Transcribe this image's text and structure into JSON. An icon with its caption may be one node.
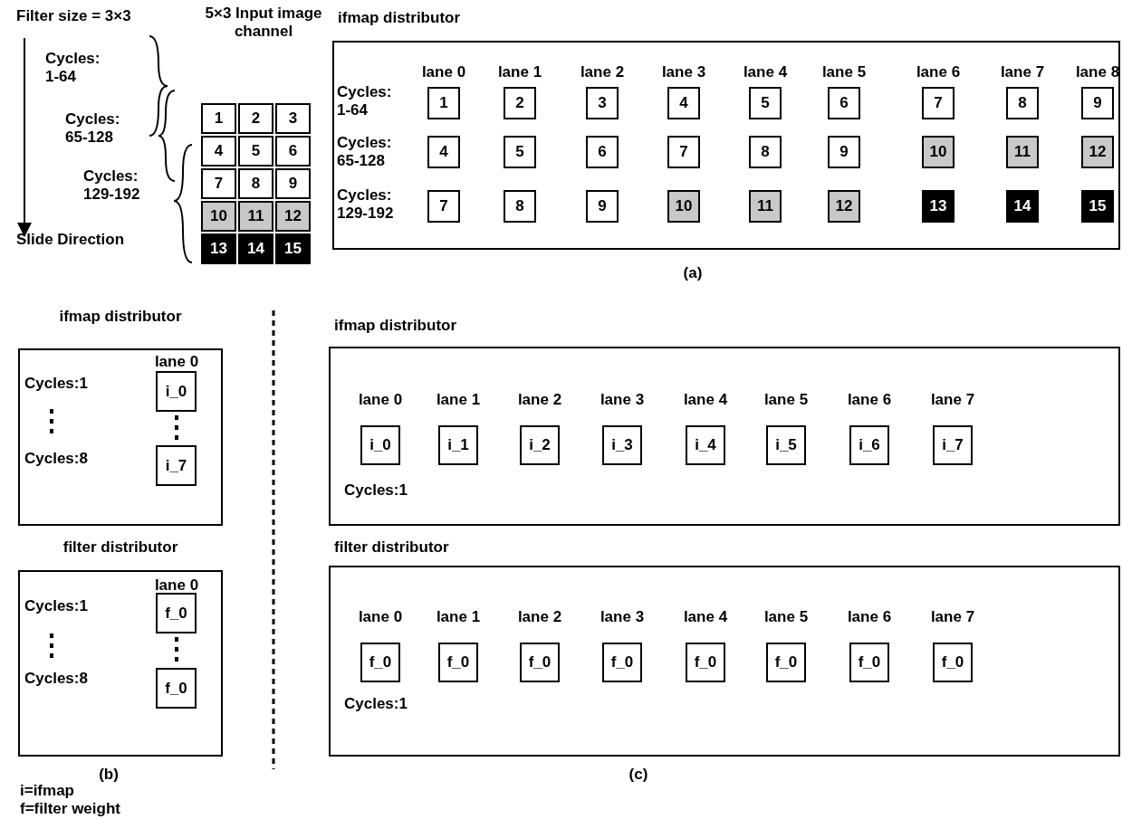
{
  "diagram": {
    "nodes": [
      {
        "text": [
          "5×3 Input image channel"
        ]
      },
      {
        "text": [
          "1"
        ],
        "in": 0
      },
      {
        "text": [
          "2"
        ],
        "in": 0
      },
      {
        "text": [
          "3"
        ],
        "in": 0
      },
      {
        "text": [
          "4"
        ],
        "in": 0
      },
      {
        "text": [
          "5"
        ],
        "in": 0
      },
      {
        "text": [
          "6"
        ],
        "in": 0
      },
      {
        "text": [
          "7"
        ],
        "in": 0
      },
      {
        "text": [
          "8"
        ],
        "in": 0
      },
      {
        "text": [
          "9"
        ],
        "in": 0
      },
      {
        "text": [
          "10"
        ],
        "in": 0
      },
      {
        "text": [
          "11"
        ],
        "in": 0
      },
      {
        "text": [
          "12"
        ],
        "in": 0
      },
      {
        "text": [
          "13"
        ],
        "in": 0
      },
      {
        "text": [
          "14"
        ],
        "in": 0
      },
      {
        "text": [
          "15"
        ],
        "in": 0
      },
      {
        "text": [
          "ifmap distributor"
        ]
      },
      {
        "text": [
          "1"
        ],
        "in": 16
      },
      {
        "text": [
          "2"
        ],
        "in": 16
      },
      {
        "text": [
          "3"
        ],
        "in": 16
      },
      {
        "text": [
          "4"
        ],
        "in": 16
      },
      {
        "text": [
          "5"
        ],
        "in": 16
      },
      {
        "text": [
          "6"
        ],
        "in": 16
      },
      {
        "text": [
          "7"
        ],
        "in": 16
      },
      {
        "text": [
          "8"
        ],
        "in": 16
      },
      {
        "text": [
          "9"
        ],
        "in": 16
      },
      {
        "text": [
          "4"
        ],
        "in": 16
      },
      {
        "text": [
          "5"
        ],
        "in": 16
      },
      {
        "text": [
          "6"
        ],
        "in": 16
      },
      {
        "text": [
          "7"
        ],
        "in": 16
      },
      {
        "text": [
          "8"
        ],
        "in": 16
      },
      {
        "text": [
          "9"
        ],
        "in": 16
      },
      {
        "text": [
          "10"
        ],
        "in": 16
      },
      {
        "text": [
          "11"
        ],
        "in": 16
      },
      {
        "text": [
          "12"
        ],
        "in": 16
      },
      {
        "text": [
          "7"
        ],
        "in": 16
      },
      {
        "text": [
          "8"
        ],
        "in": 16
      },
      {
        "text": [
          "9"
        ],
        "in": 16
      },
      {
        "text": [
          "10"
        ],
        "in": 16
      },
      {
        "text": [
          "11"
        ],
        "in": 16
      },
      {
        "text": [
          "12"
        ],
        "in": 16
      },
      {
        "text": [
          "13"
        ],
        "in": 16
      },
      {
        "text": [
          "14"
        ],
        "in": 16
      },
      {
        "text": [
          "15"
        ],
        "in": 16
      },
      {
        "text": [
          "ifmap distributor"
        ]
      },
      {
        "text": [
          "i_0"
        ],
        "in": 44
      },
      {
        "text": [
          "i_7"
        ],
        "in": 44
      },
      {
        "text": [
          "filter distributor"
        ]
      },
      {
        "text": [
          "f_0"
        ],
        "in": 47
      },
      {
        "text": [
          "f_0"
        ],
        "in": 47
      },
      {
        "text": [
          "ifmap distributor"
        ]
      },
      {
        "text": [
          "i_0"
        ],
        "in": 50
      },
      {
        "text": [
          "i_1"
        ],
        "in": 50
      },
      {
        "text": [
          "i_2"
        ],
        "in": 50
      },
      {
        "text": [
          "i_3"
        ],
        "in": 50
      },
      {
        "text": [
          "i_4"
        ],
        "in": 50
      },
      {
        "text": [
          "i_5"
        ],
        "in": 50
      },
      {
        "text": [
          "i_6"
        ],
        "in": 50
      },
      {
        "text": [
          "i_7"
        ],
        "in": 50
      },
      {
        "text": [
          "filter distributor"
        ]
      },
      {
        "text": [
          "f_0"
        ],
        "in": 59
      },
      {
        "text": [
          "f_0"
        ],
        "in": 59
      },
      {
        "text": [
          "f_0"
        ],
        "in": 59
      },
      {
        "text": [
          "f_0"
        ],
        "in": 59
      },
      {
        "text": [
          "f_0"
        ],
        "in": 59
      },
      {
        "text": [
          "f_0"
        ],
        "in": 59
      },
      {
        "text": [
          "f_0"
        ],
        "in": 59
      },
      {
        "text": [
          "f_0"
        ],
        "in": 59
      }
    ],
    "labels": [
      "Filter size = 3×3",
      "Cycles: 1-64",
      "Cycles: 65-128",
      "Cycles: 129-192",
      "Slide Direction",
      "lane 0",
      "lane 1",
      "lane 2",
      "lane 3",
      "lane 4",
      "lane 5",
      "lane 6",
      "lane 7",
      "lane 8",
      "Cycles: 1-64",
      "Cycles: 65-128",
      "Cycles: 129-192",
      "(a)",
      "lane 0",
      "Cycles:1",
      "Cycles:8",
      "lane 0",
      "Cycles:1",
      "Cycles:8",
      "lane 0",
      "lane 1",
      "lane 2",
      "lane 3",
      "lane 4",
      "lane 5",
      "lane 6",
      "lane 7",
      "Cycles:1",
      "lane 0",
      "lane 1",
      "lane 2",
      "lane 3",
      "lane 4",
      "lane 5",
      "lane 6",
      "lane 7",
      "Cycles:1",
      "(b)",
      "(c)",
      "i=ifmap",
      "f=filter weight"
    ]
  }
}
